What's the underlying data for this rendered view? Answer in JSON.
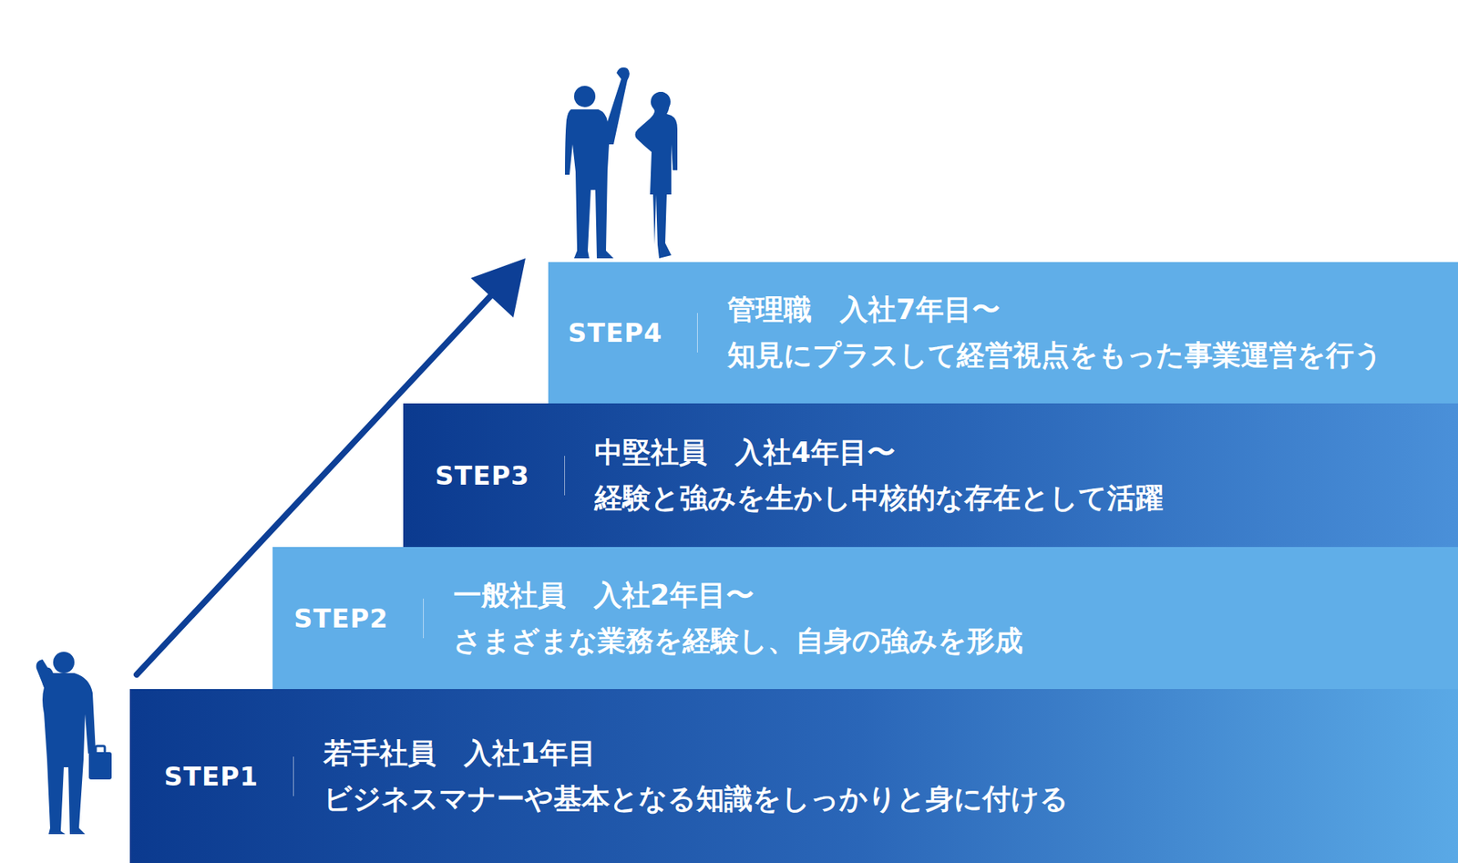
{
  "diagram": {
    "nodes": [
      {
        "text": [
          "STEP4",
          "管理職　入社7年目〜",
          "知見にプラスして経営視点をもった事業運営を行う"
        ]
      },
      {
        "text": [
          "STEP3",
          "中堅社員　入社4年目〜",
          "経験と強みを生かし中核的な存在として活躍"
        ]
      },
      {
        "text": [
          "STEP2",
          "一般社員　入社2年目〜",
          "さまざまな業務を経験し、自身の強みを形成"
        ]
      },
      {
        "text": [
          "STEP1",
          "若手社員　入社1年目",
          "ビジネスマナーや基本となる知識をしっかりと身に付ける"
        ]
      }
    ]
  }
}
